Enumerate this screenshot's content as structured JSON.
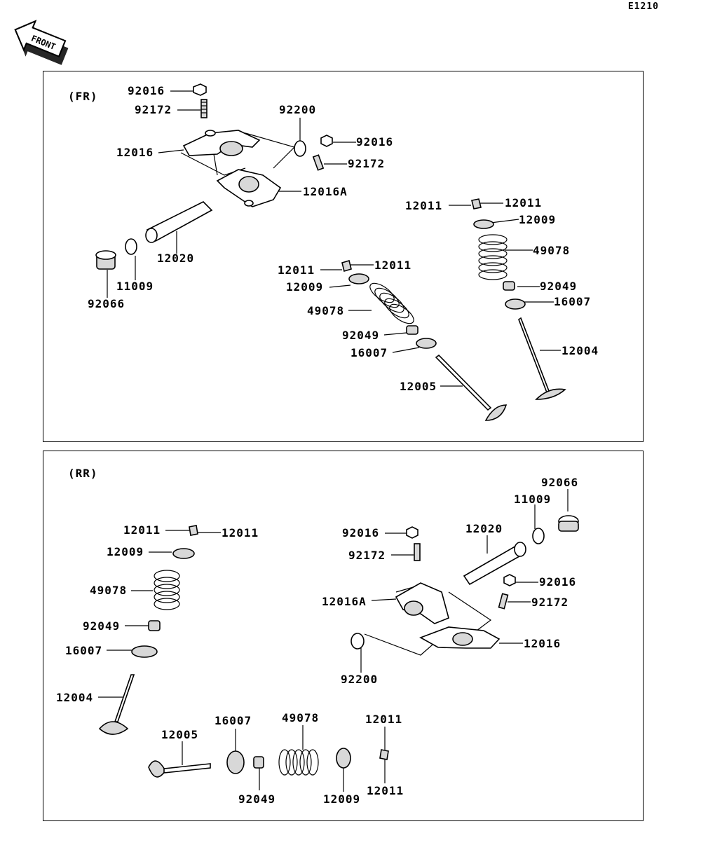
{
  "diagram_code": "E1210",
  "front_indicator": "FRONT",
  "panels": [
    {
      "id": "fr",
      "title": "(FR)",
      "labels": [
        "92016",
        "92172",
        "12016",
        "92200",
        "92016",
        "92172",
        "12016A",
        "12020",
        "11009",
        "92066",
        "12011",
        "12011",
        "12009",
        "49078",
        "92049",
        "16007",
        "12004",
        "12011",
        "12011",
        "12009",
        "49078",
        "92049",
        "16007",
        "12005"
      ]
    },
    {
      "id": "rr",
      "title": "(RR)",
      "labels": [
        "12011",
        "12011",
        "12009",
        "49078",
        "92049",
        "16007",
        "12004",
        "92066",
        "11009",
        "12020",
        "92016",
        "92172",
        "92016",
        "92172",
        "12016A",
        "12016",
        "92200",
        "12005",
        "16007",
        "49078",
        "12011",
        "92049",
        "12009",
        "12011"
      ]
    }
  ]
}
